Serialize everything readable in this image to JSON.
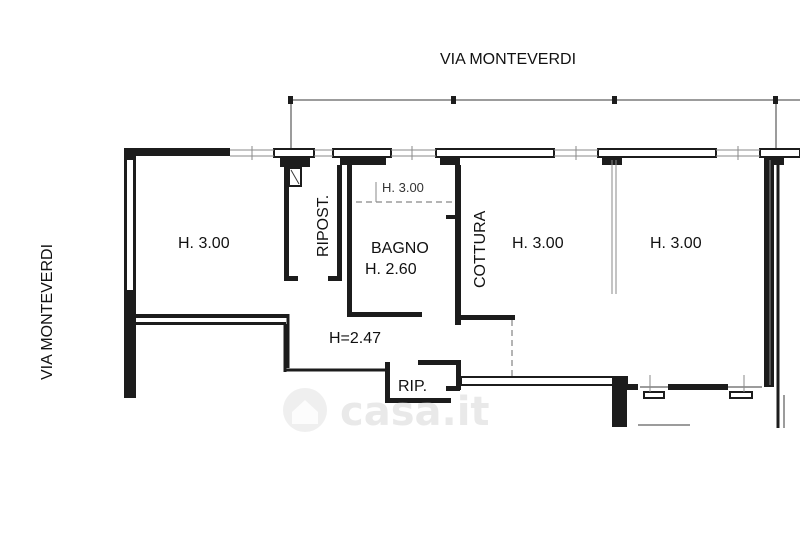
{
  "streets": {
    "top": "VIA MONTEVERDI",
    "left": "VIA MONTEVERDI"
  },
  "rooms": {
    "room1": "H. 3.00",
    "ripostiglio": "RIPOST.",
    "bagno_name": "BAGNO",
    "bagno_height": "H. 2.60",
    "bagno_ceiling_note": "H. 3.00",
    "cottura": "COTTURA",
    "room3": "H. 3.00",
    "room4": "H. 3.00",
    "corridor": "H=2.47",
    "rip": "RIP."
  },
  "watermark": {
    "text": "casa.it",
    "icon": "house-icon"
  },
  "colors": {
    "wall": "#1c1c1c",
    "background": "#ffffff",
    "watermark": "#d8d8d8"
  }
}
